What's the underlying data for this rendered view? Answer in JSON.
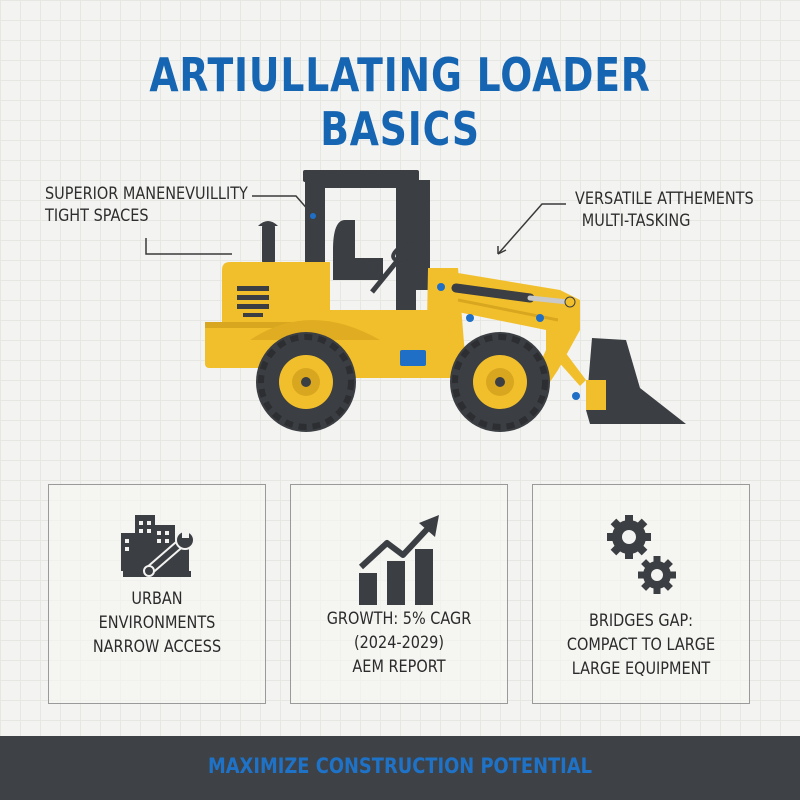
{
  "title": "ARTIULLATING LOADER BASICS",
  "callouts": {
    "left": {
      "line1": "SUPERIOR MANENEVUILLITY",
      "line2": "TIGHT SPACES"
    },
    "right": {
      "line1": "VERSATILE ATTHEMENTS",
      "line2": "MULTI-TASKING"
    }
  },
  "cards": [
    {
      "icon": "city-wrench-icon",
      "line1": "URBAN",
      "line2": "ENVIRONMENTS",
      "line3": "NARROW ACCESS"
    },
    {
      "icon": "growth-chart-icon",
      "line1": "GROWTH: 5% CAGR",
      "line2": "(2024-2029)",
      "line3": "AEM REPORT"
    },
    {
      "icon": "gears-icon",
      "line1": "BRIDGES GAP:",
      "line2": "COMPACT TO LARGE",
      "line3": "LARGE EQUIPMENT"
    }
  ],
  "footer": {
    "text": "MAXIMIZE CONSTRUCTION POTENTIAL"
  },
  "colors": {
    "title_blue": "#1565b3",
    "loader_yellow": "#f2bf2c",
    "loader_dark": "#3b3e42",
    "accent_blue": "#1f6fc6",
    "footer_bg": "#3e4145",
    "footer_text": "#1e73c8"
  }
}
